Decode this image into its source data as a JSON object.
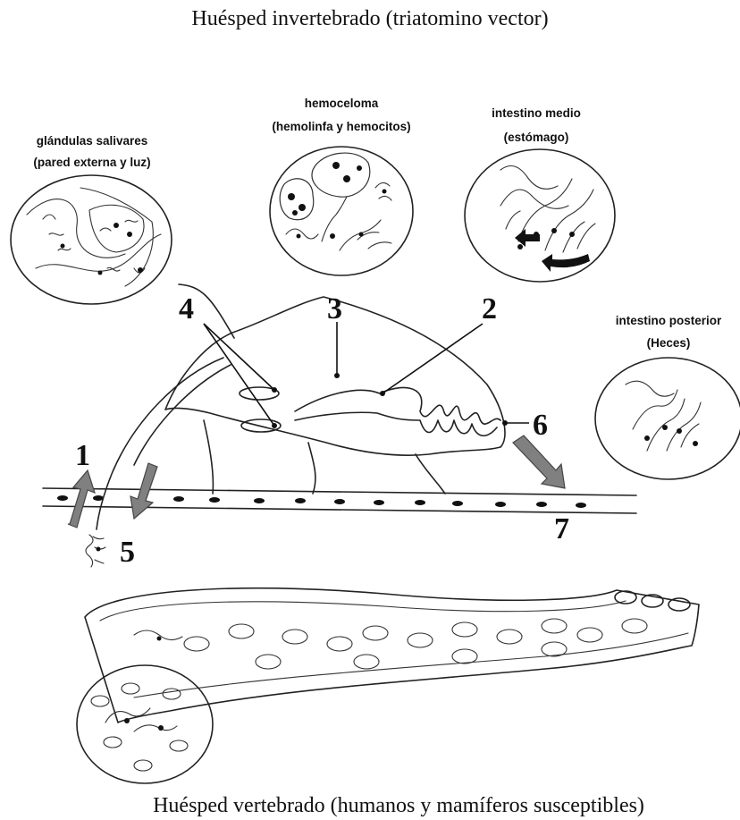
{
  "title_top": "Huésped invertebrado (triatomino vector)",
  "title_bottom": "Huésped vertebrado (humanos y mamíferos susceptibles)",
  "insets": {
    "salivary": {
      "line1": "glándulas salivares",
      "line2": "(pared externa y luz)"
    },
    "hemocoel": {
      "line1": "hemoceloma",
      "line2": "(hemolinfa y hemocitos)"
    },
    "midgut": {
      "line1": "intestino medio",
      "line2": "(estómago)"
    },
    "hindgut": {
      "line1": "intestino posterior",
      "line2": "(Heces)"
    }
  },
  "numbers": {
    "n1": "1",
    "n2": "2",
    "n3": "3",
    "n4": "4",
    "n5": "5",
    "n6": "6",
    "n7": "7"
  }
}
